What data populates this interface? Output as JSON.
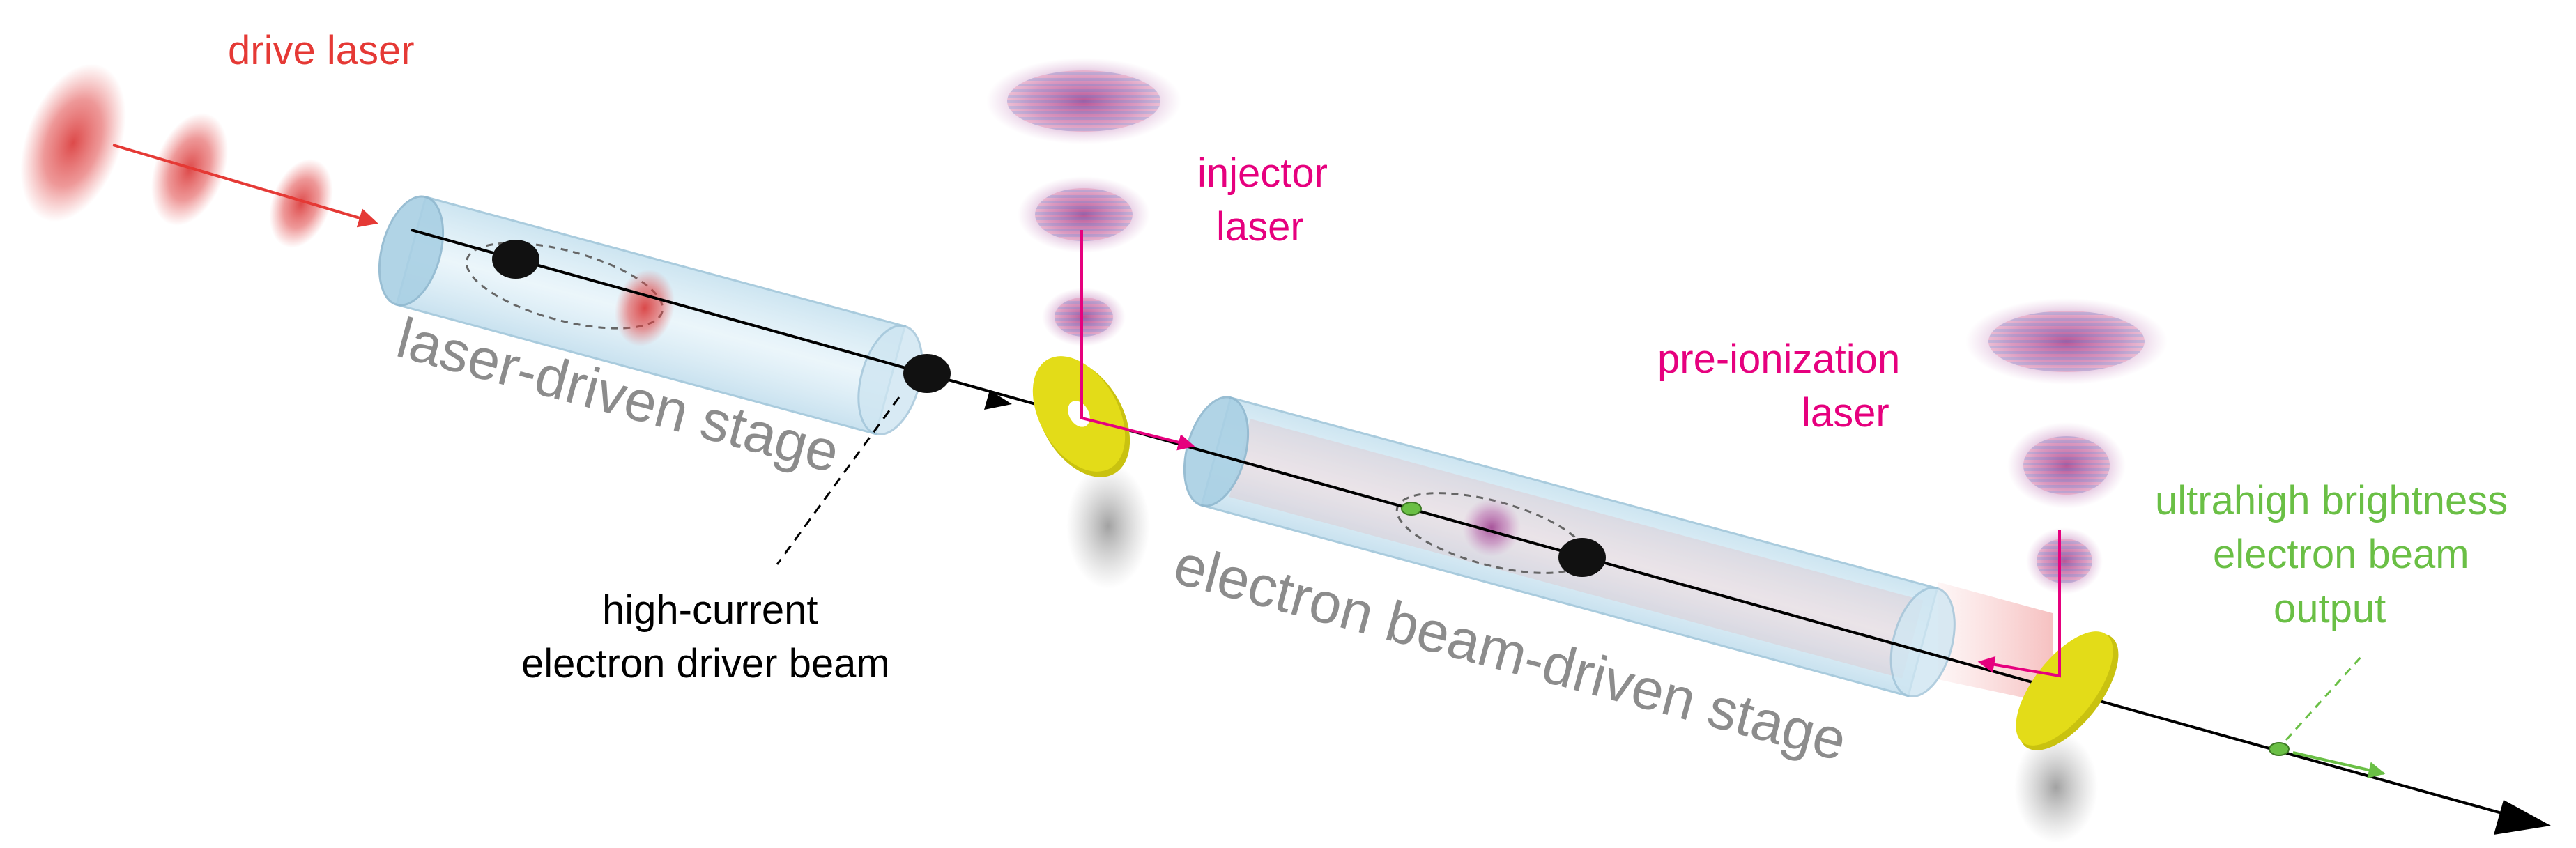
{
  "labels": {
    "drive_laser": "drive laser",
    "injector_laser_line1": "injector",
    "injector_laser_line2": "laser",
    "preionization_line1": "pre-ionization",
    "preionization_line2": "laser",
    "laser_stage": "laser-driven stage",
    "driver_beam_line1": "high-current",
    "driver_beam_line2": "electron driver beam",
    "beam_stage": "electron beam-driven stage",
    "output_line1": "ultrahigh brightness",
    "output_line2": "electron beam",
    "output_line3": "output"
  },
  "colors": {
    "drive_laser": "#e53935",
    "injector_laser": "#e6007e",
    "output_beam": "#6abf45",
    "stage_label": "#8c8c8c",
    "tube_fill": "#cfe6f2",
    "tube_edge": "#9fc3d8",
    "mirror": "#e3dc18",
    "beam_line": "#000000",
    "electron_bunch": "#111111"
  },
  "icons": {
    "drive_pulses": "red-laser-pulse",
    "injector_pulses": "magenta-laser-pulse",
    "mirrors": "yellow-ring-mirror",
    "arrowhead": "beam-direction-arrow"
  }
}
